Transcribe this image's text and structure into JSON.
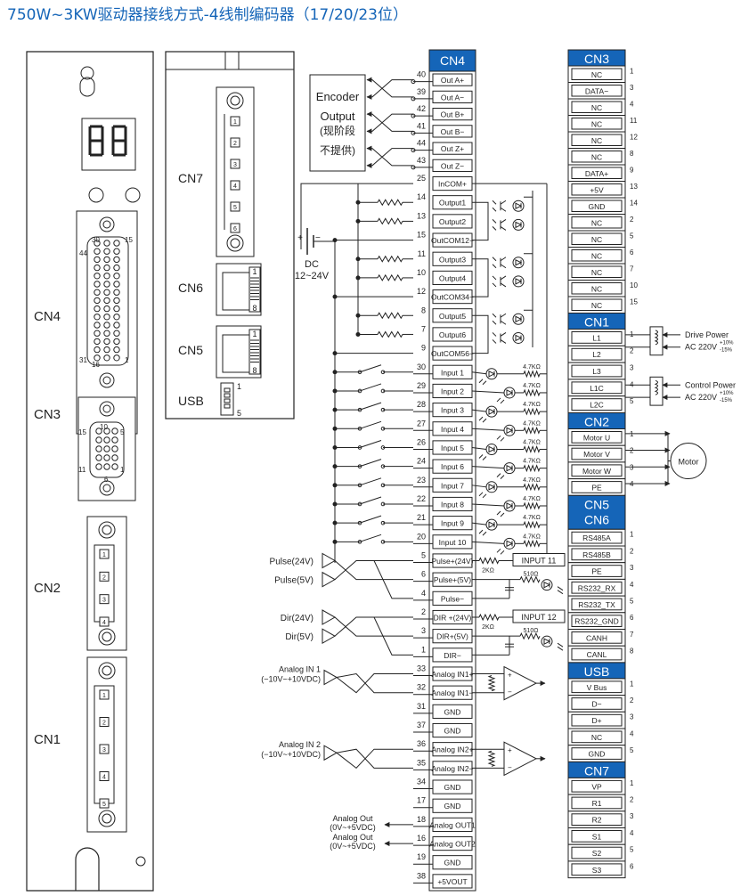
{
  "title": "750W~3KW驱动器接线方式-4线制编码器（17/20/23位）",
  "colors": {
    "accent": "#1565b8",
    "line": "#222222",
    "blue_header": "#1565b8"
  },
  "drive_front": {
    "cn4_label": "CN4",
    "cn3_label": "CN3",
    "cn2_label": "CN2",
    "cn1_label": "CN1",
    "cn4_pins": [
      "30",
      "15",
      "44",
      "31",
      "16",
      "1"
    ],
    "cn3_pins": [
      "15",
      "10",
      "5",
      "11",
      "6",
      "1"
    ],
    "cn2_pins": [
      "1",
      "2",
      "3",
      "4"
    ],
    "cn1_pins": [
      "1",
      "2",
      "3",
      "4",
      "5"
    ]
  },
  "side_panel": {
    "cn7_label": "CN7",
    "cn6_label": "CN6",
    "cn5_label": "CN5",
    "usb_label": "USB",
    "cn7_pins": [
      "1",
      "2",
      "3",
      "4",
      "5",
      "6"
    ],
    "rj_pin_first": "1",
    "rj_pin_last": "8",
    "usb_pin_first": "1",
    "usb_pin_last": "5"
  },
  "encoder_output": {
    "lines": [
      "Encoder",
      "Output",
      "(现阶段",
      "不提供)"
    ]
  },
  "dc_supply": {
    "lines": [
      "DC",
      "12~24V"
    ]
  },
  "cn4": {
    "header": "CN4",
    "rows": [
      {
        "pin": "40",
        "label": "Out A+"
      },
      {
        "pin": "39",
        "label": "Out A−"
      },
      {
        "pin": "42",
        "label": "Out B+"
      },
      {
        "pin": "41",
        "label": "Out B−"
      },
      {
        "pin": "44",
        "label": "Out Z+"
      },
      {
        "pin": "43",
        "label": "Out Z−"
      },
      {
        "pin": "25",
        "label": "InCOM+"
      },
      {
        "pin": "14",
        "label": "Output1"
      },
      {
        "pin": "13",
        "label": "Output2"
      },
      {
        "pin": "15",
        "label": "OutCOM12−"
      },
      {
        "pin": "11",
        "label": "Output3"
      },
      {
        "pin": "10",
        "label": "Output4"
      },
      {
        "pin": "12",
        "label": "OutCOM34−"
      },
      {
        "pin": "8",
        "label": "Output5"
      },
      {
        "pin": "7",
        "label": "Output6"
      },
      {
        "pin": "9",
        "label": "OutCOM56−"
      },
      {
        "pin": "30",
        "label": "Input 1"
      },
      {
        "pin": "29",
        "label": "Input 2"
      },
      {
        "pin": "28",
        "label": "Input 3"
      },
      {
        "pin": "27",
        "label": "Input 4"
      },
      {
        "pin": "26",
        "label": "Input 5"
      },
      {
        "pin": "24",
        "label": "Input 6"
      },
      {
        "pin": "23",
        "label": "Input 7"
      },
      {
        "pin": "22",
        "label": "Input 8"
      },
      {
        "pin": "21",
        "label": "Input 9"
      },
      {
        "pin": "20",
        "label": "Input 10"
      },
      {
        "pin": "5",
        "label": "Pulse+(24V)"
      },
      {
        "pin": "6",
        "label": "Pulse+(5V)"
      },
      {
        "pin": "4",
        "label": "Pulse−"
      },
      {
        "pin": "2",
        "label": "DIR +(24V)"
      },
      {
        "pin": "3",
        "label": "DIR+(5V)"
      },
      {
        "pin": "1",
        "label": "DIR−"
      },
      {
        "pin": "33",
        "label": "Analog IN1+"
      },
      {
        "pin": "32",
        "label": "Analog IN1−"
      },
      {
        "pin": "31",
        "label": "GND"
      },
      {
        "pin": "37",
        "label": "GND"
      },
      {
        "pin": "36",
        "label": "Analog IN2+"
      },
      {
        "pin": "35",
        "label": "Analog IN2−"
      },
      {
        "pin": "34",
        "label": "GND"
      },
      {
        "pin": "17",
        "label": "GND"
      },
      {
        "pin": "18",
        "label": "Analog OUT1"
      },
      {
        "pin": "16",
        "label": "Analog OUT2"
      },
      {
        "pin": "19",
        "label": "GND"
      },
      {
        "pin": "38",
        "label": "+5VOUT"
      }
    ],
    "resistor_label": "4.7KΩ",
    "input11": {
      "label": "INPUT 11",
      "r1": "2KΩ",
      "r2": "510Ω"
    },
    "input12": {
      "label": "INPUT 12",
      "r1": "2KΩ",
      "r2": "510Ω"
    },
    "pulse_24v": "Pulse(24V)",
    "pulse_5v": "Pulse(5V)",
    "dir_24v": "Dir(24V)",
    "dir_5v": "Dir(5V)",
    "analog_in1": [
      "Analog IN 1",
      "(−10V~+10VDC)"
    ],
    "analog_in2": [
      "Analog IN 2",
      "(−10V~+10VDC)"
    ],
    "analog_out1": [
      "Analog Out",
      "(0V~+5VDC)"
    ],
    "analog_out2": [
      "Analog Out",
      "(0V~+5VDC)"
    ]
  },
  "right_column": {
    "blocks": [
      {
        "header": "CN3",
        "rows": [
          {
            "label": "NC",
            "pin": "1"
          },
          {
            "label": "DATA−",
            "pin": "3"
          },
          {
            "label": "NC",
            "pin": "4"
          },
          {
            "label": "NC",
            "pin": "11"
          },
          {
            "label": "NC",
            "pin": "12"
          },
          {
            "label": "NC",
            "pin": "8"
          },
          {
            "label": "DATA+",
            "pin": "9"
          },
          {
            "label": "+5V",
            "pin": "13"
          },
          {
            "label": "GND",
            "pin": "14"
          },
          {
            "label": "NC",
            "pin": "2"
          },
          {
            "label": "NC",
            "pin": "5"
          },
          {
            "label": "NC",
            "pin": "6"
          },
          {
            "label": "NC",
            "pin": "7"
          },
          {
            "label": "NC",
            "pin": "10"
          },
          {
            "label": "NC",
            "pin": "15"
          }
        ]
      },
      {
        "header": "CN1",
        "rows": [
          {
            "label": "L1",
            "pin": "1"
          },
          {
            "label": "L2",
            "pin": "2"
          },
          {
            "label": "L3",
            "pin": "3"
          },
          {
            "label": "L1C",
            "pin": "4"
          },
          {
            "label": "L2C",
            "pin": "5"
          }
        ]
      },
      {
        "header": "CN2",
        "rows": [
          {
            "label": "Motor U",
            "pin": "1"
          },
          {
            "label": "Motor V",
            "pin": "2"
          },
          {
            "label": "Motor W",
            "pin": "3"
          },
          {
            "label": "PE",
            "pin": "4"
          }
        ]
      },
      {
        "header": "CN5\nCN6",
        "rows": [
          {
            "label": "RS485A",
            "pin": "1"
          },
          {
            "label": "RS485B",
            "pin": "2"
          },
          {
            "label": "PE",
            "pin": "3"
          },
          {
            "label": "RS232_RX",
            "pin": "4"
          },
          {
            "label": "RS232_TX",
            "pin": "5"
          },
          {
            "label": "RS232_GND",
            "pin": "6"
          },
          {
            "label": "CANH",
            "pin": "7"
          },
          {
            "label": "CANL",
            "pin": "8"
          }
        ]
      },
      {
        "header": "USB",
        "rows": [
          {
            "label": "V Bus",
            "pin": "1"
          },
          {
            "label": "D−",
            "pin": "2"
          },
          {
            "label": "D+",
            "pin": "3"
          },
          {
            "label": "NC",
            "pin": "4"
          },
          {
            "label": "GND",
            "pin": "5"
          }
        ]
      },
      {
        "header": "CN7",
        "rows": [
          {
            "label": "VP",
            "pin": "1"
          },
          {
            "label": "R1",
            "pin": "2"
          },
          {
            "label": "R2",
            "pin": "3"
          },
          {
            "label": "S1",
            "pin": "4"
          },
          {
            "label": "S2",
            "pin": "5"
          },
          {
            "label": "S3",
            "pin": "6"
          }
        ]
      }
    ]
  },
  "power": {
    "drive_power": [
      "Drive Power",
      "AC 220V"
    ],
    "control_power": [
      "Control Power",
      "AC 220V"
    ],
    "tol_plus": "+10%",
    "tol_minus": "-15%"
  },
  "motor_label": "Motor"
}
